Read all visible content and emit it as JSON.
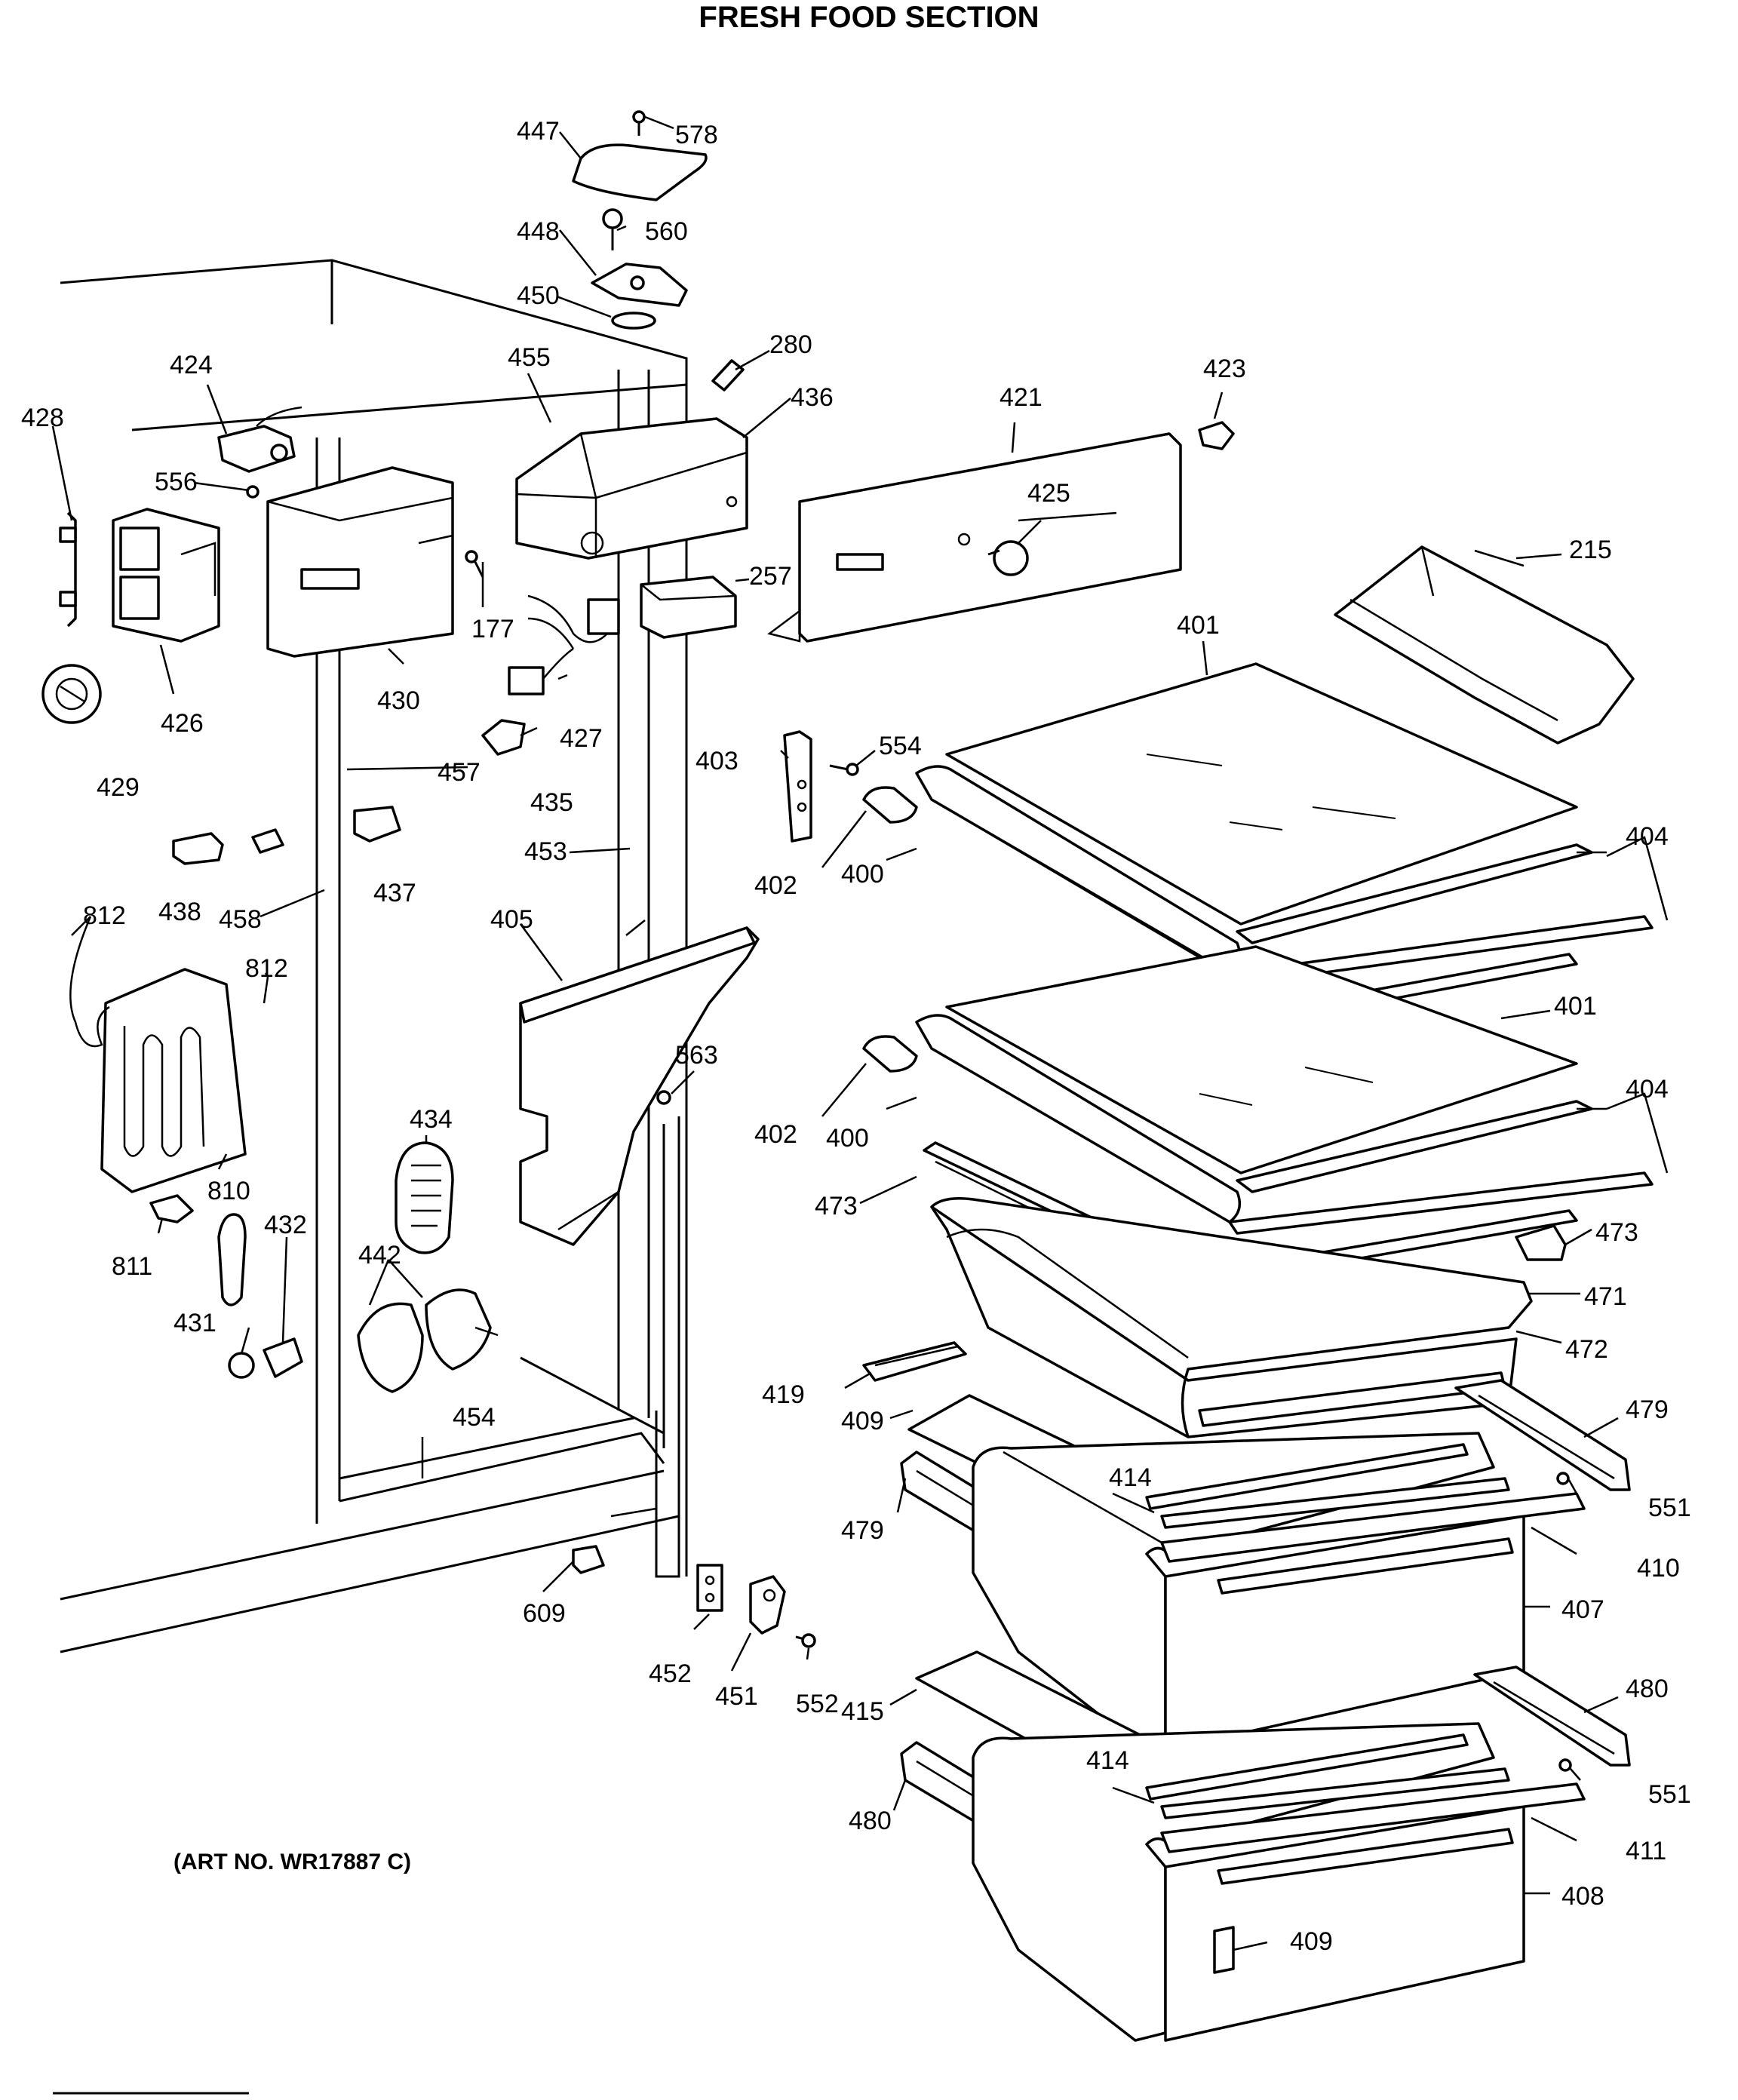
{
  "title": "FRESH FOOD SECTION",
  "art_no": "(ART NO. WR17887 C)",
  "parts": {
    "p215": "215",
    "p177": "177",
    "p257": "257",
    "p280": "280",
    "p400a": "400",
    "p400b": "400",
    "p401a": "401",
    "p401b": "401",
    "p402a": "402",
    "p402b": "402",
    "p403": "403",
    "p404a": "404",
    "p404b": "404",
    "p405": "405",
    "p407": "407",
    "p408": "408",
    "p409a": "409",
    "p409b": "409",
    "p410": "410",
    "p411": "411",
    "p414a": "414",
    "p414b": "414",
    "p415": "415",
    "p419": "419",
    "p421": "421",
    "p423": "423",
    "p424": "424",
    "p425": "425",
    "p426": "426",
    "p427": "427",
    "p428": "428",
    "p429": "429",
    "p430": "430",
    "p431": "431",
    "p432": "432",
    "p434": "434",
    "p435": "435",
    "p436": "436",
    "p437": "437",
    "p438": "438",
    "p442": "442",
    "p447": "447",
    "p448": "448",
    "p450": "450",
    "p451": "451",
    "p452": "452",
    "p453": "453",
    "p454": "454",
    "p455": "455",
    "p457": "457",
    "p458": "458",
    "p471": "471",
    "p472": "472",
    "p473a": "473",
    "p473b": "473",
    "p479a": "479",
    "p479b": "479",
    "p480a": "480",
    "p480b": "480",
    "p551a": "551",
    "p551b": "551",
    "p552": "552",
    "p554": "554",
    "p556": "556",
    "p560": "560",
    "p563": "563",
    "p578": "578",
    "p609": "609",
    "p810": "810",
    "p811": "811",
    "p812a": "812",
    "p812b": "812"
  }
}
